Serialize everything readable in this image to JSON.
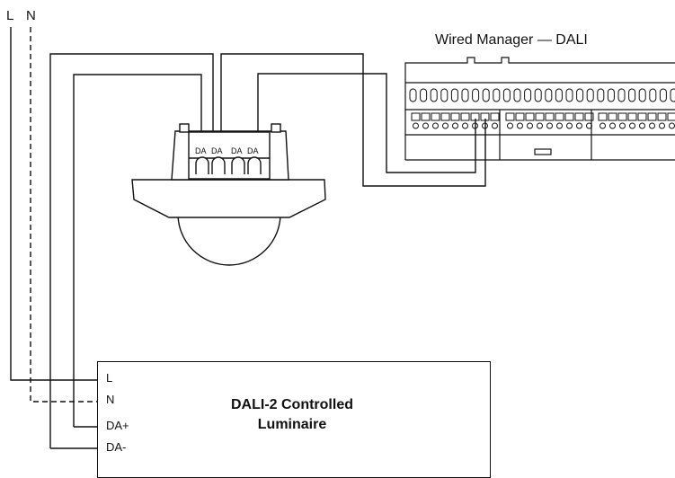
{
  "mains": {
    "live_label": "L",
    "neutral_label": "N"
  },
  "controller": {
    "title": "Wired Manager — DALI"
  },
  "sensor": {
    "terminal_labels": [
      "DA",
      "DA",
      "DA",
      "DA"
    ]
  },
  "luminaire": {
    "title_line1": "DALI-2 Controlled",
    "title_line2": "Luminaire",
    "terminals": {
      "l": "L",
      "n": "N",
      "da_plus": "DA+",
      "da_minus": "DA-"
    }
  }
}
